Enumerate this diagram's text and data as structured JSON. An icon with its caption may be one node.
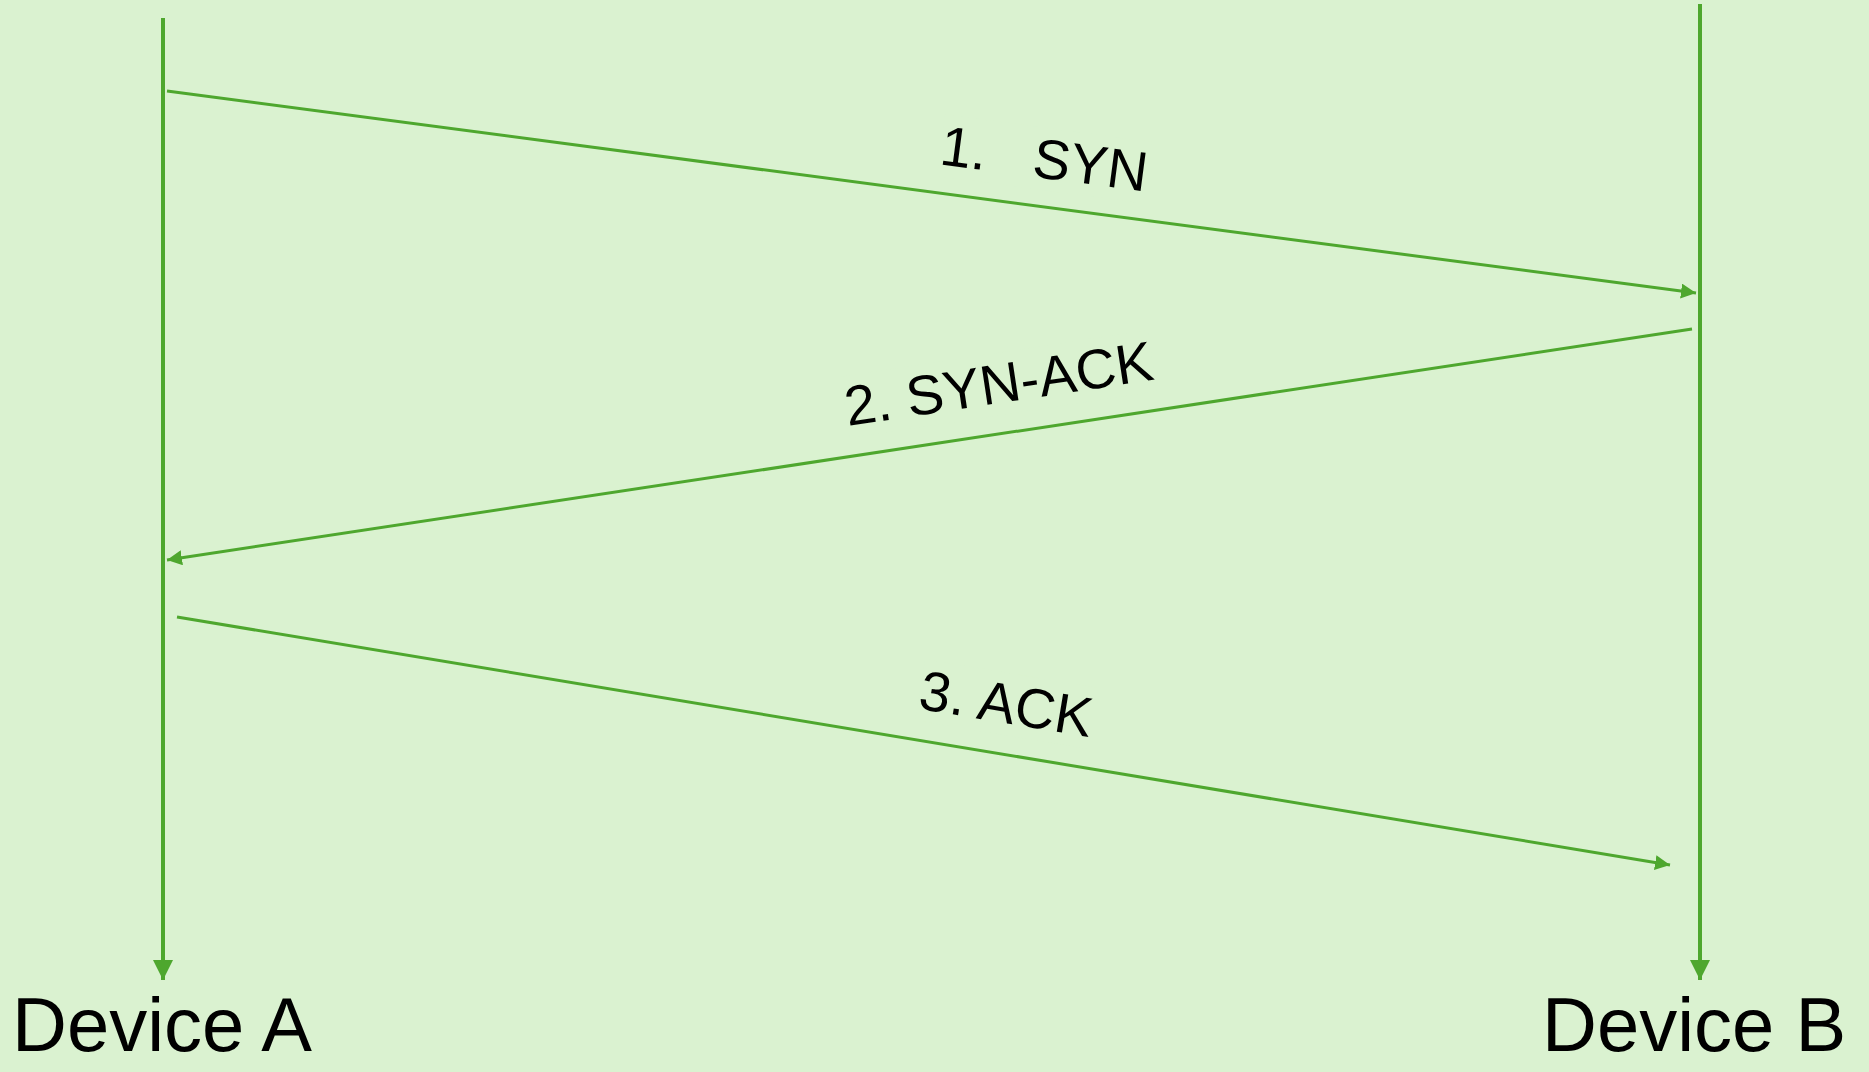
{
  "diagram": {
    "nodes": [
      {
        "text": [],
        "shape": "bar"
      },
      {
        "text": [],
        "shape": "bar"
      },
      {
        "text": [
          "Device A"
        ]
      },
      {
        "text": [
          "Device B"
        ]
      }
    ],
    "edges": [
      {
        "from": 0,
        "to": 1,
        "arrow": "to",
        "label": "1.   SYN"
      },
      {
        "from": 1,
        "to": 0,
        "arrow": "to",
        "label": "2. SYN-ACK"
      },
      {
        "from": 0,
        "to": 1,
        "arrow": "to",
        "label": "3. ACK"
      },
      {
        "from": 0,
        "to": 2,
        "arrow": "to"
      },
      {
        "from": 1,
        "to": 3,
        "arrow": "to"
      }
    ]
  }
}
